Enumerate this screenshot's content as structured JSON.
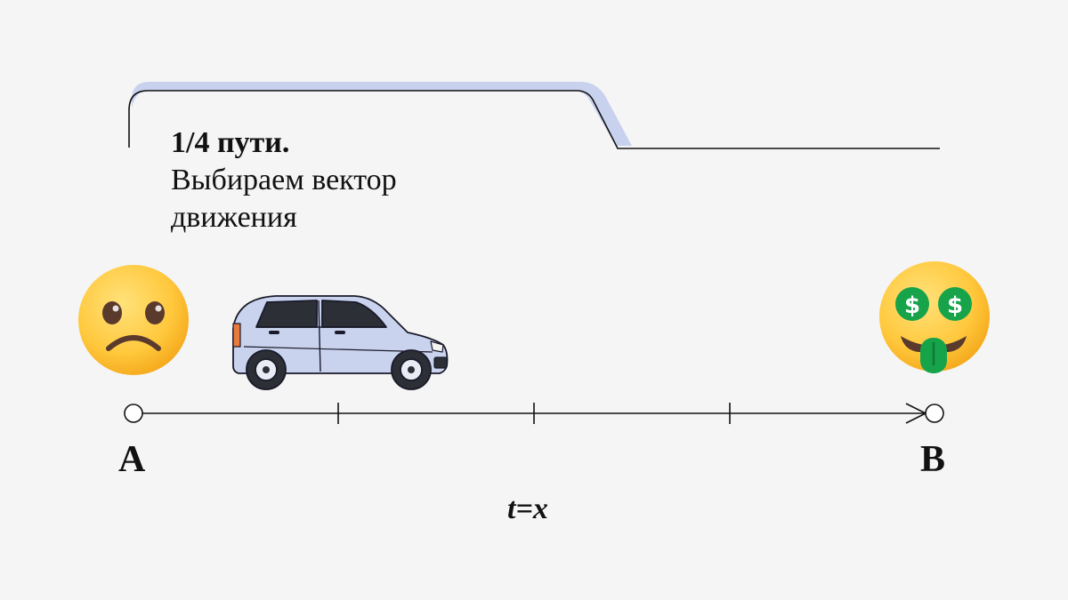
{
  "caption": {
    "headline": "1/4 пути.",
    "line1": "Выбираем вектор",
    "line2": "движения"
  },
  "timeline": {
    "start_label": "A",
    "end_label": "B",
    "time_label": "t=x",
    "progress": 0.25,
    "segments": 4
  },
  "icons": {
    "start": "worried-face-icon",
    "end": "money-mouth-face-icon",
    "vehicle": "car-icon"
  },
  "colors": {
    "background": "#f5f5f5",
    "accent_band": "#c8d2ee",
    "car_body": "#c9d3ee",
    "line": "#111111",
    "emoji_face": "#ffc83d",
    "money": "#16a34a"
  }
}
